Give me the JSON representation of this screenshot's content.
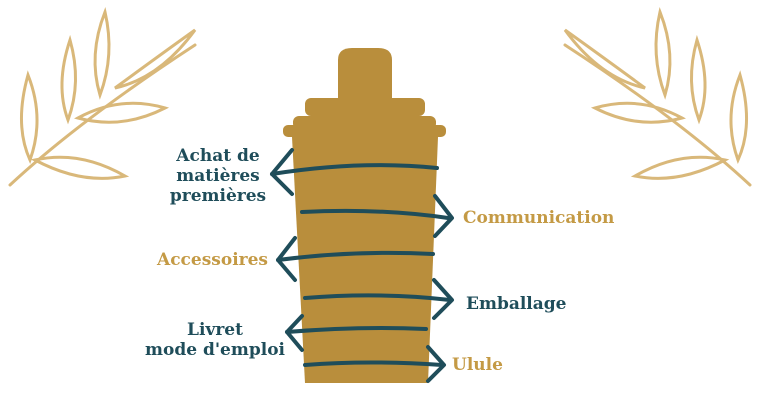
{
  "diagram": {
    "labels": {
      "raw_materials": [
        "Achat de",
        "matières",
        "premières"
      ],
      "communication": "Communication",
      "accessories": "Accessoires",
      "packaging": "Emballage",
      "manual": [
        "Livret",
        "mode d'emploi"
      ],
      "ulule": "Ulule"
    }
  },
  "colors": {
    "gold_body": "#b98e3c",
    "gold_text": "#c49a45",
    "navy": "#1f4d5a",
    "branch": "#d9b87a",
    "background": "#ffffff"
  },
  "icons": [
    "shaker-icon",
    "laurel-branch-icon",
    "laurel-branch-icon"
  ]
}
